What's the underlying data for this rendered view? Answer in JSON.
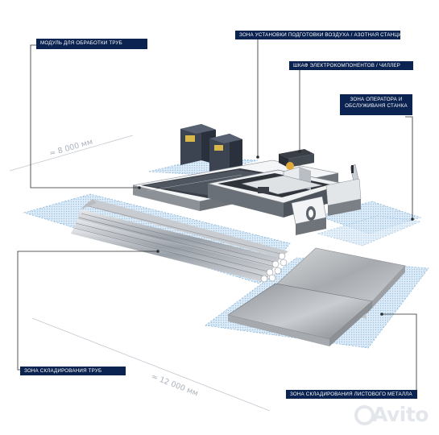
{
  "labels": {
    "tube_module": "МОДУЛЬ ДЛЯ ОБРАБОТКИ ТРУБ",
    "air_station": "ЗОНА УСТАНОВКИ ПОДГОТОВКИ ВОЗДУХА / АЗОТНАЯ СТАНЦИЯ",
    "electrical_cabinet": "ШКАФ ЭЛЕКТРОКОМПОНЕНТОВ  / ЧИЛЛЕР",
    "operator_zone_line1": "ЗОНА ОПЕРАТОРА И",
    "operator_zone_line2": "ОБСЛУЖИВАНЯ СТАНКА",
    "tube_storage": "ЗОНА СКЛАДИРОВАНИЯ ТРУБ",
    "sheet_storage": "ЗОНА СКЛАДИРОВАНИЯ ЛИСТОВОГО МЕТАЛЛА"
  },
  "dimensions": {
    "depth": "≈ 8 000 мм",
    "length": "≈ 12 000 мм"
  },
  "watermark": "Avito",
  "colors": {
    "label_bg": "#0b2350",
    "zone_fill": "#d6e8f5",
    "zone_border": "#8fb8d9",
    "leader_line": "#2b2b2b",
    "dimension": "#a9b2be"
  }
}
